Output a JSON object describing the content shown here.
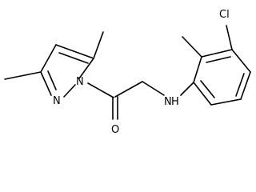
{
  "molecule": {
    "atom_labels": {
      "cl": "Cl",
      "n_amine": "N",
      "h_amine": "H",
      "o": "O",
      "n1": "N",
      "n2": "N"
    }
  }
}
